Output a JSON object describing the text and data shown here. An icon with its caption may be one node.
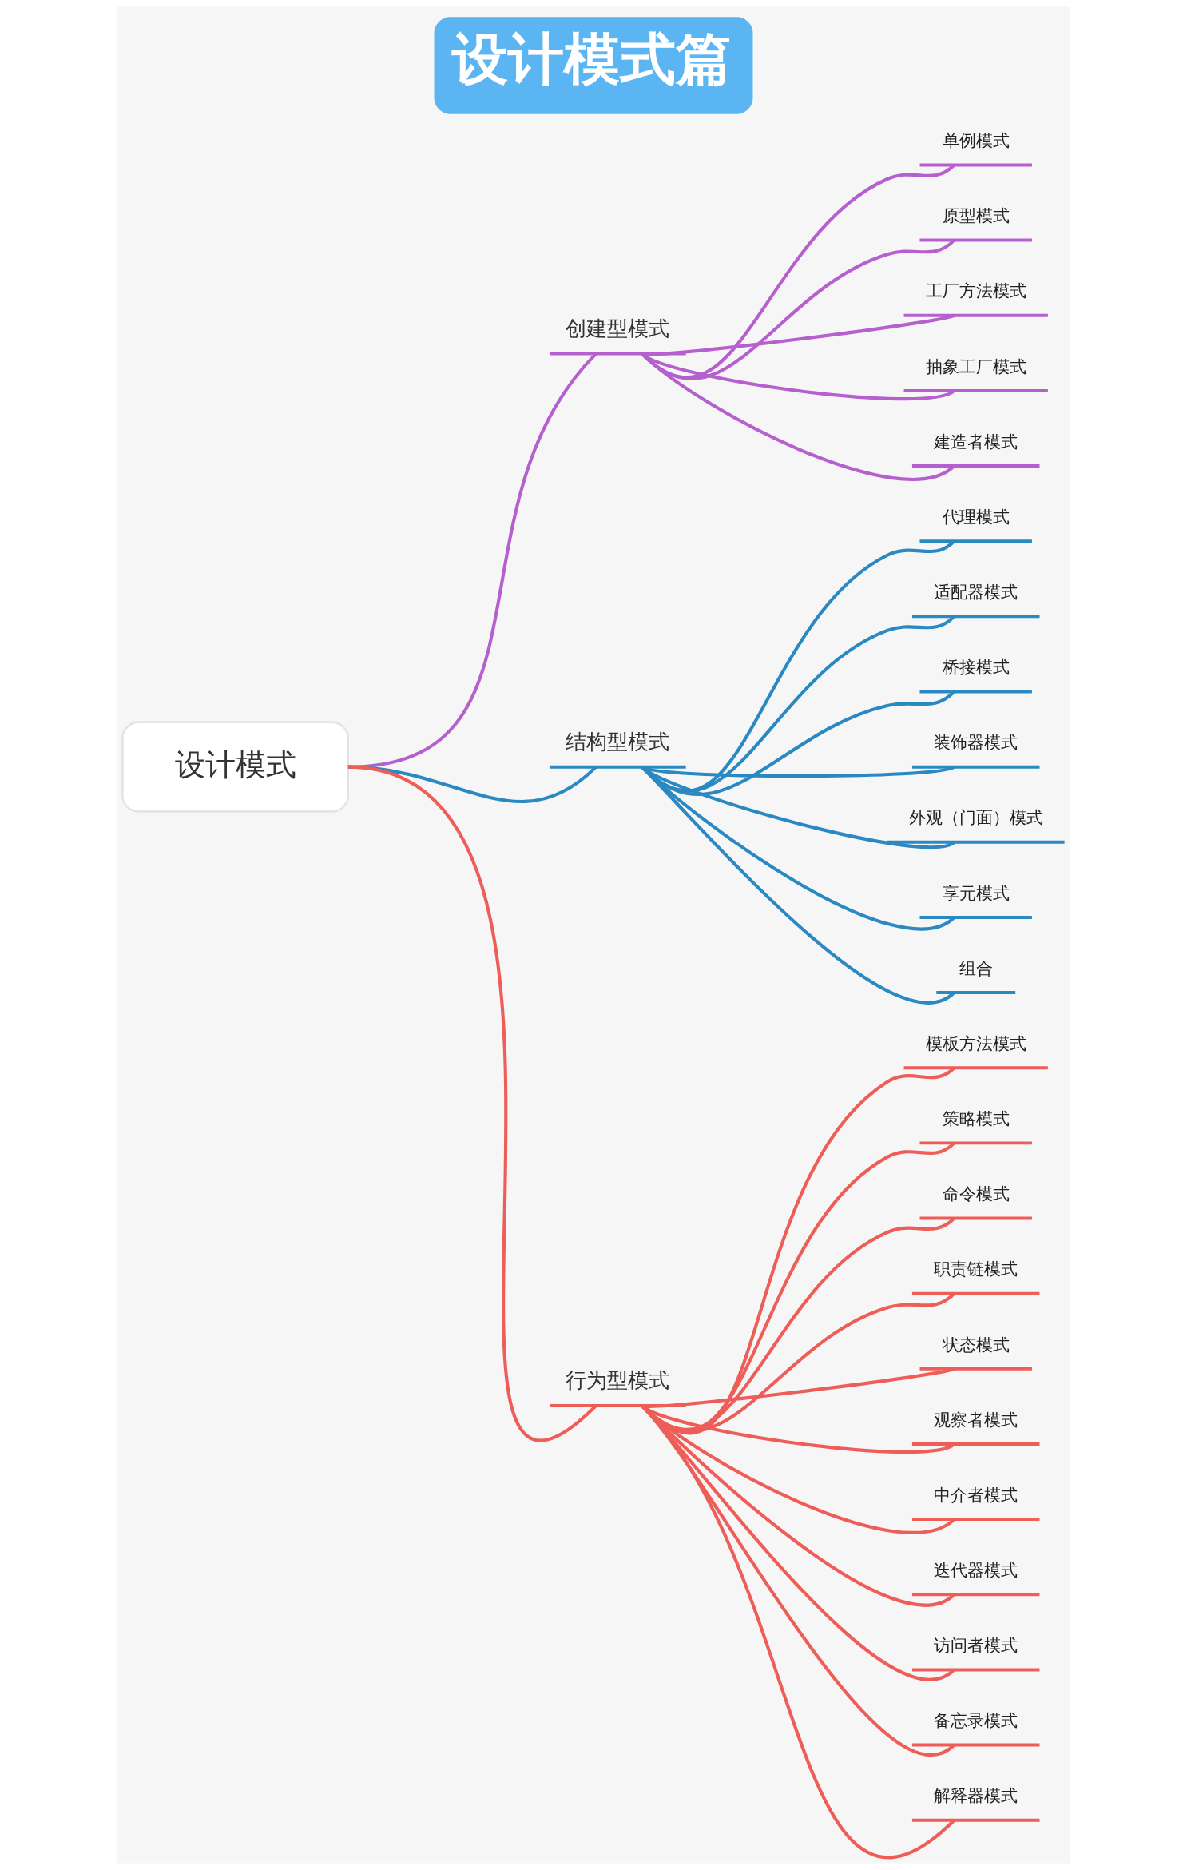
{
  "diagram": {
    "title": "设计模式篇",
    "nodes": [
      {
        "text": [
          "设计模式"
        ]
      },
      {
        "text": [
          "创建型模式"
        ]
      },
      {
        "text": [
          "单例模式"
        ]
      },
      {
        "text": [
          "原型模式"
        ]
      },
      {
        "text": [
          "工厂方法模式"
        ]
      },
      {
        "text": [
          "抽象工厂模式"
        ]
      },
      {
        "text": [
          "建造者模式"
        ]
      },
      {
        "text": [
          "结构型模式"
        ]
      },
      {
        "text": [
          "代理模式"
        ]
      },
      {
        "text": [
          "适配器模式"
        ]
      },
      {
        "text": [
          "桥接模式"
        ]
      },
      {
        "text": [
          "装饰器模式"
        ]
      },
      {
        "text": [
          "外观（门面）模式"
        ]
      },
      {
        "text": [
          "享元模式"
        ]
      },
      {
        "text": [
          "组合"
        ]
      },
      {
        "text": [
          "行为型模式"
        ]
      },
      {
        "text": [
          "模板方法模式"
        ]
      },
      {
        "text": [
          "策略模式"
        ]
      },
      {
        "text": [
          "命令模式"
        ]
      },
      {
        "text": [
          "职责链模式"
        ]
      },
      {
        "text": [
          "状态模式"
        ]
      },
      {
        "text": [
          "观察者模式"
        ]
      },
      {
        "text": [
          "中介者模式"
        ]
      },
      {
        "text": [
          "迭代器模式"
        ]
      },
      {
        "text": [
          "访问者模式"
        ]
      },
      {
        "text": [
          "备忘录模式"
        ]
      },
      {
        "text": [
          "解释器模式"
        ]
      }
    ],
    "edges": [
      {
        "from": 0,
        "to": 1,
        "arrow": "none",
        "color": "#b65fcf"
      },
      {
        "from": 1,
        "to": 2,
        "arrow": "none",
        "color": "#b65fcf"
      },
      {
        "from": 1,
        "to": 3,
        "arrow": "none",
        "color": "#b65fcf"
      },
      {
        "from": 1,
        "to": 4,
        "arrow": "none",
        "color": "#b65fcf"
      },
      {
        "from": 1,
        "to": 5,
        "arrow": "none",
        "color": "#b65fcf"
      },
      {
        "from": 1,
        "to": 6,
        "arrow": "none",
        "color": "#b65fcf"
      },
      {
        "from": 0,
        "to": 7,
        "arrow": "none",
        "color": "#2a88c2"
      },
      {
        "from": 7,
        "to": 8,
        "arrow": "none",
        "color": "#2a88c2"
      },
      {
        "from": 7,
        "to": 9,
        "arrow": "none",
        "color": "#2a88c2"
      },
      {
        "from": 7,
        "to": 10,
        "arrow": "none",
        "color": "#2a88c2"
      },
      {
        "from": 7,
        "to": 11,
        "arrow": "none",
        "color": "#2a88c2"
      },
      {
        "from": 7,
        "to": 12,
        "arrow": "none",
        "color": "#2a88c2"
      },
      {
        "from": 7,
        "to": 13,
        "arrow": "none",
        "color": "#2a88c2"
      },
      {
        "from": 7,
        "to": 14,
        "arrow": "none",
        "color": "#2a88c2"
      },
      {
        "from": 0,
        "to": 15,
        "arrow": "none",
        "color": "#ee5d58"
      },
      {
        "from": 15,
        "to": 16,
        "arrow": "none",
        "color": "#ee5d58"
      },
      {
        "from": 15,
        "to": 17,
        "arrow": "none",
        "color": "#ee5d58"
      },
      {
        "from": 15,
        "to": 18,
        "arrow": "none",
        "color": "#ee5d58"
      },
      {
        "from": 15,
        "to": 19,
        "arrow": "none",
        "color": "#ee5d58"
      },
      {
        "from": 15,
        "to": 20,
        "arrow": "none",
        "color": "#ee5d58"
      },
      {
        "from": 15,
        "to": 21,
        "arrow": "none",
        "color": "#ee5d58"
      },
      {
        "from": 15,
        "to": 22,
        "arrow": "none",
        "color": "#ee5d58"
      },
      {
        "from": 15,
        "to": 23,
        "arrow": "none",
        "color": "#ee5d58"
      },
      {
        "from": 15,
        "to": 24,
        "arrow": "none",
        "color": "#ee5d58"
      },
      {
        "from": 15,
        "to": 25,
        "arrow": "none",
        "color": "#ee5d58"
      },
      {
        "from": 15,
        "to": 26,
        "arrow": "none",
        "color": "#ee5d58"
      }
    ]
  }
}
